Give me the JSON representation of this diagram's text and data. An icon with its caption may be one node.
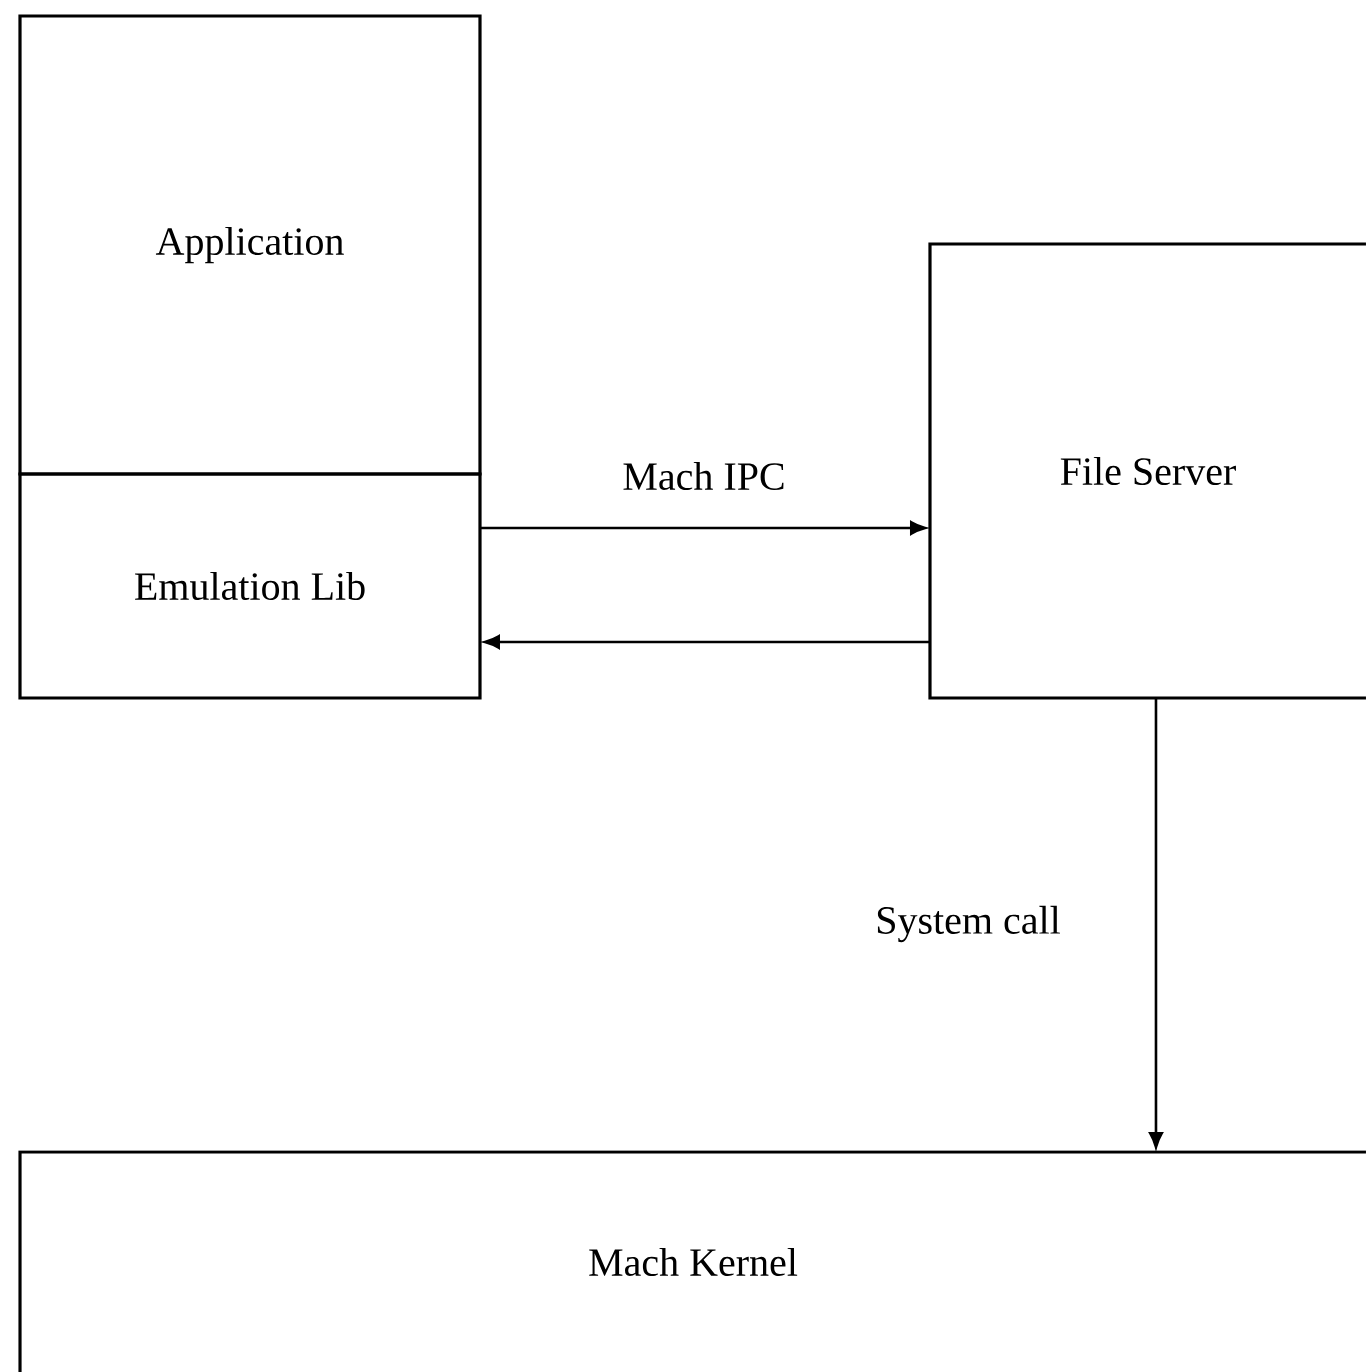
{
  "diagram": {
    "nodes": [
      {
        "text": [
          "Application"
        ]
      },
      {
        "text": [
          "Emulation Lib"
        ]
      },
      {
        "text": [
          "File Server"
        ]
      },
      {
        "text": [
          "Mach Kernel"
        ]
      }
    ],
    "edges": [
      {
        "from": 1,
        "to": 2,
        "arrow": "to",
        "label": "Mach IPC"
      },
      {
        "from": 2,
        "to": 1,
        "arrow": "to"
      },
      {
        "from": 2,
        "to": 3,
        "arrow": "to",
        "label": "System call"
      }
    ]
  }
}
